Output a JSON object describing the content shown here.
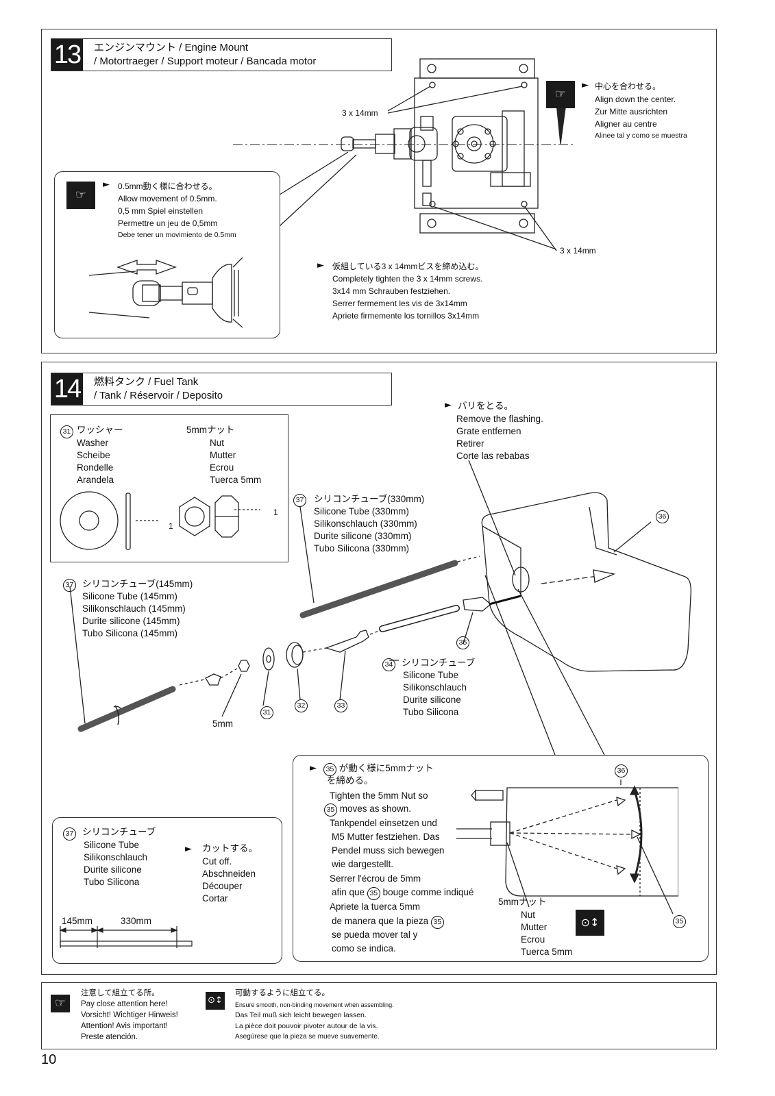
{
  "step13": {
    "number": "13",
    "title_line1": "エンジンマウント / Engine Mount",
    "title_line2": "/ Motortraeger / Support moteur / Bancada motor",
    "screw_label_a": "3 x 14mm",
    "screw_label_b": "3 x 14mm",
    "align_note": [
      "中心を合わせる。",
      "Align down the center.",
      "Zur Mitte ausrichten",
      "Aligner au centre",
      "Alinee tal y como se muestra"
    ],
    "movement_note": [
      "0.5mm動く様に合わせる。",
      "Allow movement of 0.5mm.",
      "0,5 mm Spiel einstellen",
      "Permettre un jeu de 0,5mm",
      "Debe tener un movimiento de 0.5mm"
    ],
    "tighten_note": [
      "仮組している3 x 14mmビスを締め込む。",
      "Completely tighten the 3 x 14mm screws.",
      "3x14 mm Schrauben festziehen.",
      "Serrer fermement les vis de 3x14mm",
      "Apriete firmemente los tornillos 3x14mm"
    ]
  },
  "step14": {
    "number": "14",
    "title_line1": "燃料タンク / Fuel Tank",
    "title_line2": "/ Tank / Réservoir / Deposito",
    "parts_box": {
      "washer_num": "31",
      "washer": [
        "ワッシャー",
        "Washer",
        "Scheibe",
        "Rondelle",
        "Arandela"
      ],
      "nut": [
        "5mmナット",
        "Nut",
        "Mutter",
        "Ecrou",
        "Tuerca 5mm"
      ],
      "washer_qty": "1",
      "nut_qty": "1"
    },
    "flashing_note": [
      "バリをとる。",
      "Remove the flashing.",
      "Grate entfernen",
      "Retirer",
      "Corte las rebabas"
    ],
    "tube330_num": "37",
    "tube330": [
      "シリコンチューブ(330mm)",
      "Silicone Tube (330mm)",
      "Silikonschlauch (330mm)",
      "Durite silicone (330mm)",
      "Tubo Silicona (330mm)"
    ],
    "tube145_num": "37",
    "tube145": [
      "シリコンチューブ(145mm)",
      "Silicone Tube (145mm)",
      "Silikonschlauch (145mm)",
      "Durite silicone (145mm)",
      "Tubo Silicona (145mm)"
    ],
    "tube34_num": "34",
    "tube34": [
      "シリコンチューブ",
      "Silicone Tube",
      "Silikonschlauch",
      "Durite silicone",
      "Tubo Silicona"
    ],
    "callouts": {
      "n36": "36",
      "n35": "35",
      "n31": "31",
      "n32": "32",
      "n33": "33",
      "mm5": "5mm"
    },
    "cut_box": {
      "num": "37",
      "tube": [
        "シリコンチューブ",
        "Silicone Tube",
        "Silikonschlauch",
        "Durite silicone",
        "Tubo Silicona"
      ],
      "cut": [
        "カットする。",
        "Cut off.",
        "Abschneiden",
        "Découper",
        "Cortar"
      ],
      "len_a": "145mm",
      "len_b": "330mm"
    },
    "pendulum_box": {
      "ja_a": "が動く様に5mmナット",
      "ja_b": "を締める。",
      "num": "35",
      "en_a": "Tighten the 5mm Nut so",
      "en_b": "moves as shown.",
      "de": [
        "Tankpendel einsetzen und",
        "M5 Mutter festziehen. Das",
        "Pendel muss sich bewegen",
        "wie dargestellt."
      ],
      "fr_a": "Serrer l'écrou de 5mm",
      "fr_b": "afin que",
      "fr_c": "bouge comme indiqué",
      "es_a": "Apriete la tuerca 5mm",
      "es_b": "de manera que la pieza",
      "es_c": "se pueda mover tal y",
      "es_d": "como se indica.",
      "nut": [
        "5mmナット",
        "Nut",
        "Mutter",
        "Ecrou",
        "Tuerca 5mm"
      ],
      "n36": "36",
      "n35": "35"
    }
  },
  "legend": {
    "attention": [
      "注意して組立てる所。",
      "Pay close attention here!",
      "Vorsicht!  Wichtiger Hinweis!",
      "Attention! Avis important!",
      "Preste atención."
    ],
    "movable": [
      "可動するように組立てる。",
      "Ensure smooth, non-binding movement when assembling.",
      "Das Teil muß sich leicht bewegen lassen.",
      "La pièce doit pouvoir pivoter autour de la vis.",
      "Asegúrese que la pieza se mueve suavemente."
    ]
  },
  "page_number": "10"
}
